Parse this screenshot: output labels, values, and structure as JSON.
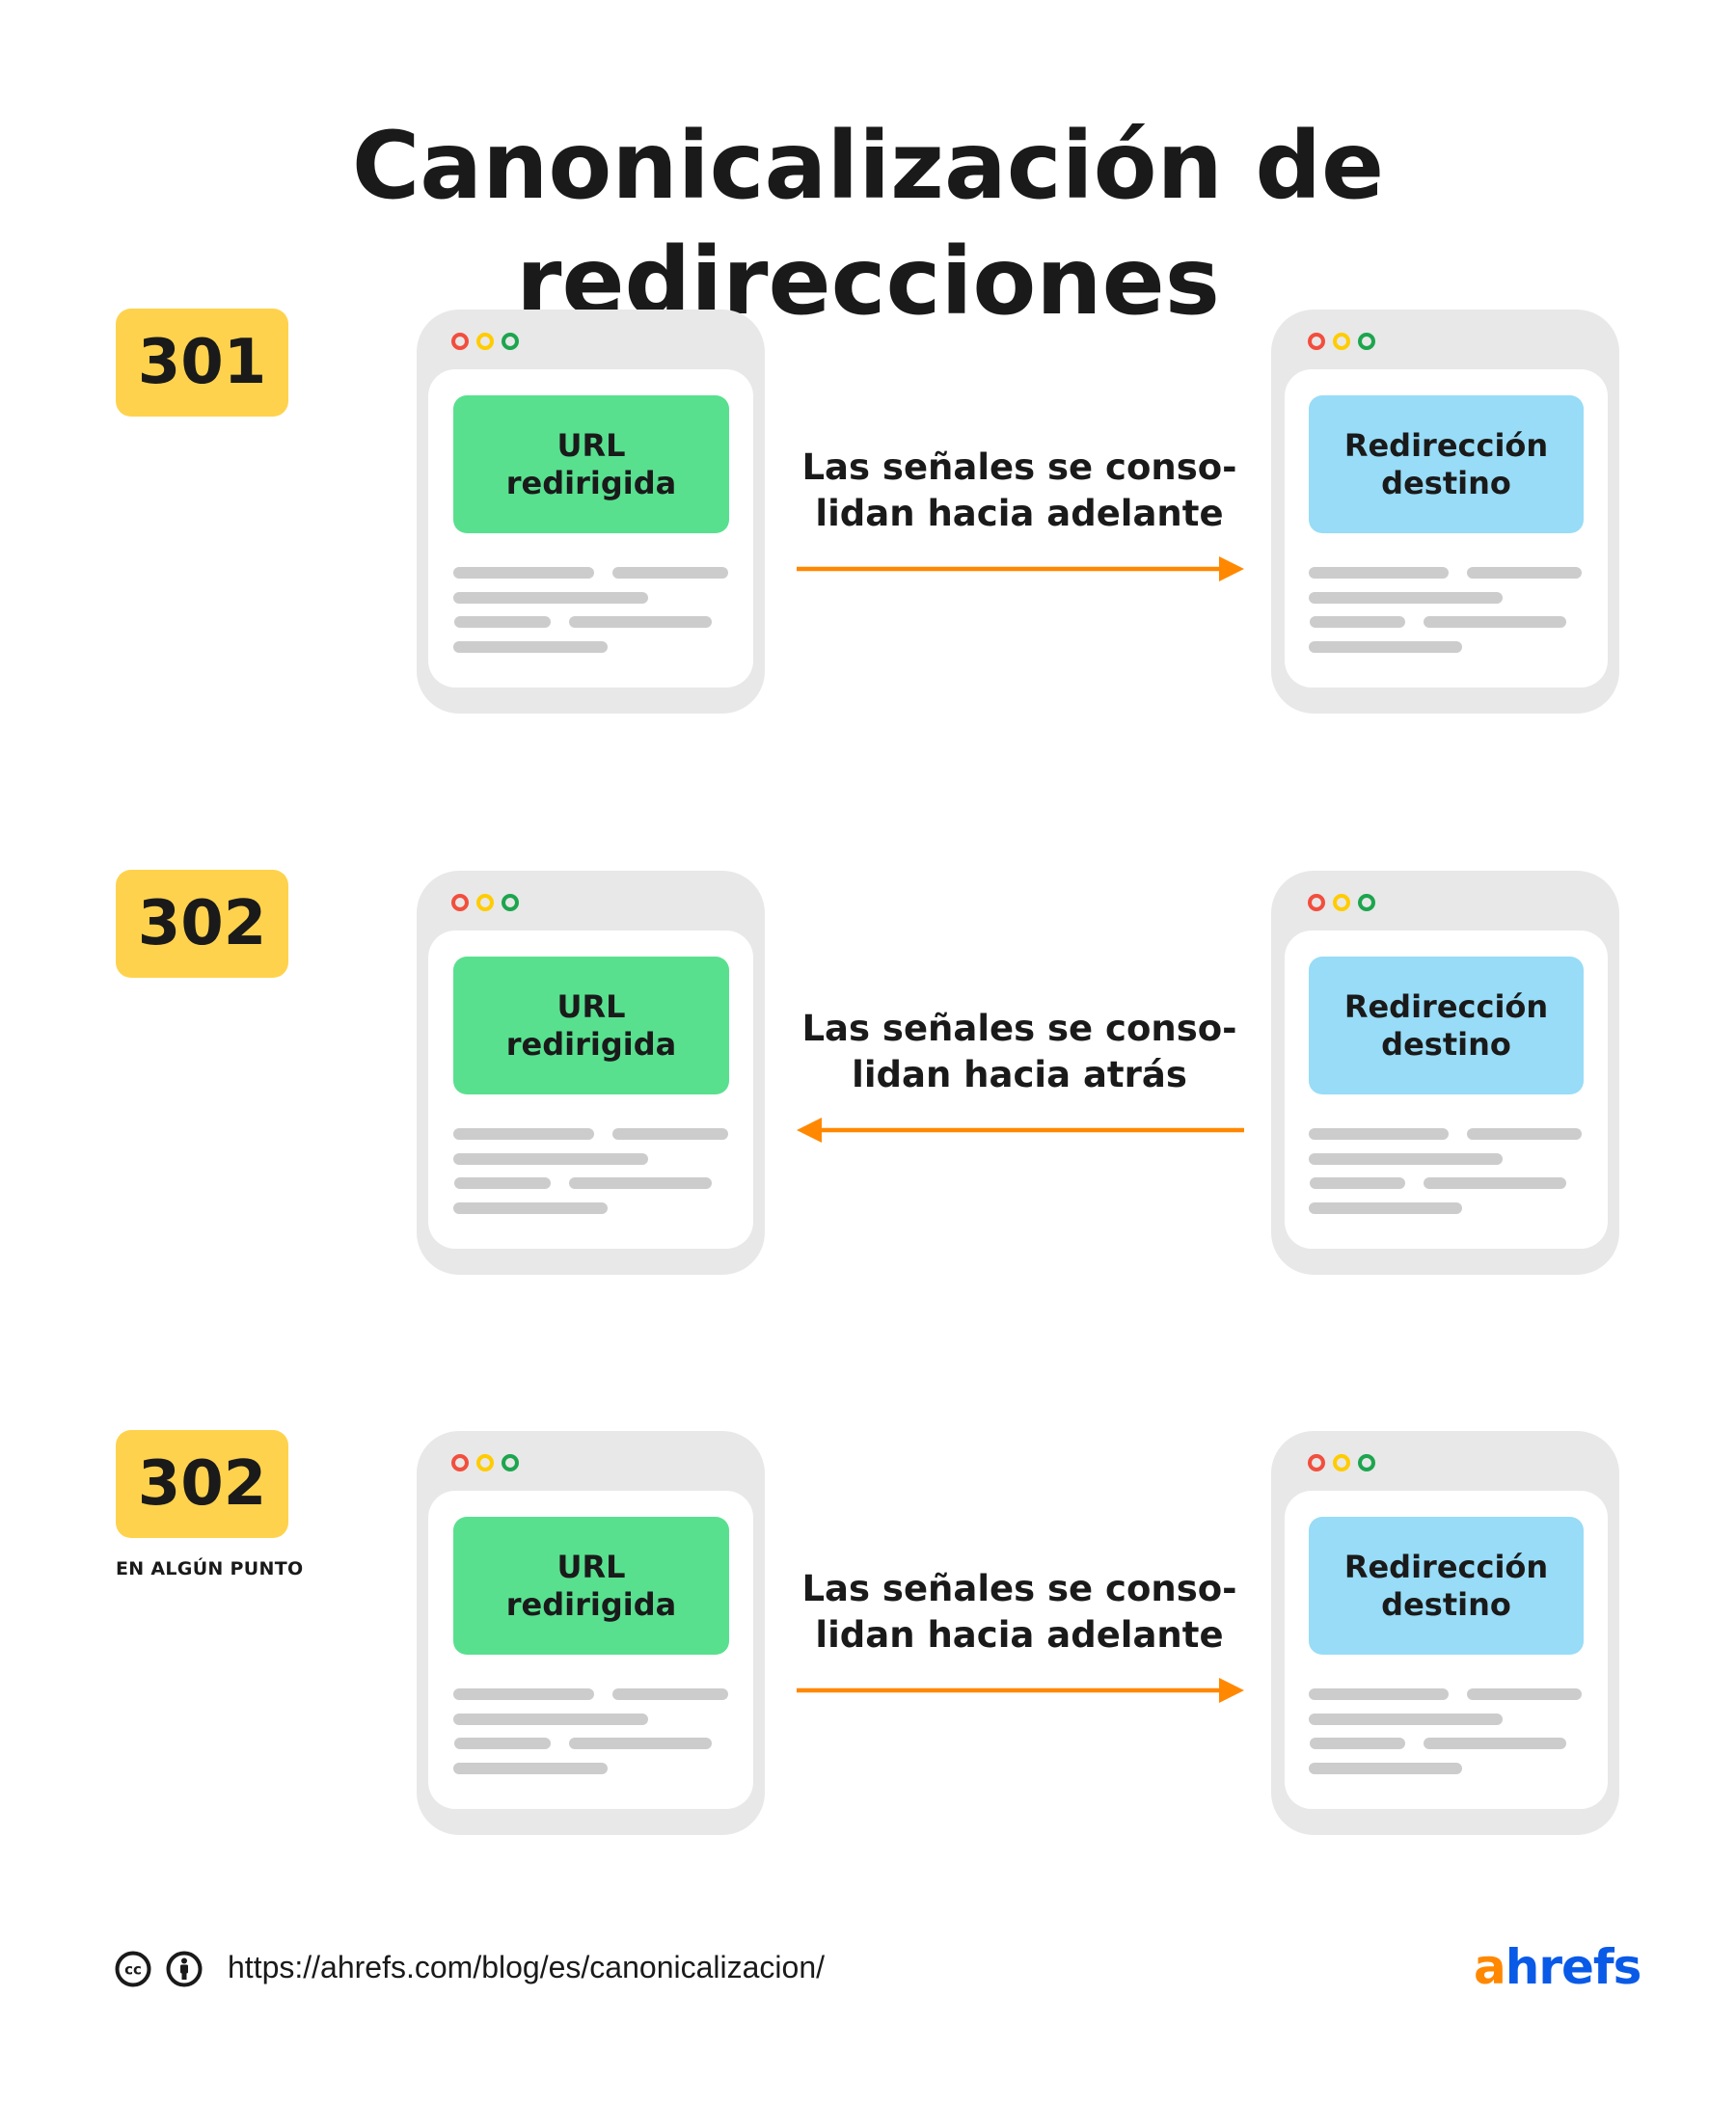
{
  "title": "Canonicalización de redirecciones",
  "colors": {
    "badge": "#FFD24D",
    "browser_frame": "#E8E8E8",
    "placeholder_line": "#CCCCCC",
    "source_box": "#58E08F",
    "target_box": "#98DCF7",
    "arrow": "#FF8800",
    "dot_red": "#F24E3E",
    "dot_yellow": "#FFCC00",
    "dot_green": "#1DA54E",
    "logo_a": "#FF8800",
    "logo_hrefs": "#0A5AE8"
  },
  "rows": [
    {
      "badge": "301",
      "badge_sub": "",
      "source_box": {
        "line1": "URL",
        "line2": "redirigida"
      },
      "target_box": {
        "line1": "Redirección",
        "line2": "destino"
      },
      "caption": {
        "line1": "Las señales se conso-",
        "line2": "lidan hacia adelante"
      },
      "arrow_direction": "right"
    },
    {
      "badge": "302",
      "badge_sub": "",
      "source_box": {
        "line1": "URL",
        "line2": "redirigida"
      },
      "target_box": {
        "line1": "Redirección",
        "line2": "destino"
      },
      "caption": {
        "line1": "Las señales se conso-",
        "line2": "lidan hacia atrás"
      },
      "arrow_direction": "left"
    },
    {
      "badge": "302",
      "badge_sub": "EN ALGÚN PUNTO",
      "source_box": {
        "line1": "URL",
        "line2": "redirigida"
      },
      "target_box": {
        "line1": "Redirección",
        "line2": "destino"
      },
      "caption": {
        "line1": "Las señales se conso-",
        "line2": "lidan hacia adelante"
      },
      "arrow_direction": "right"
    }
  ],
  "footer": {
    "icons": [
      "creative-commons-icon",
      "attribution-icon"
    ],
    "url": "https://ahrefs.com/blog/es/canonicalizacion/",
    "logo_a": "a",
    "logo_rest": "hrefs"
  }
}
